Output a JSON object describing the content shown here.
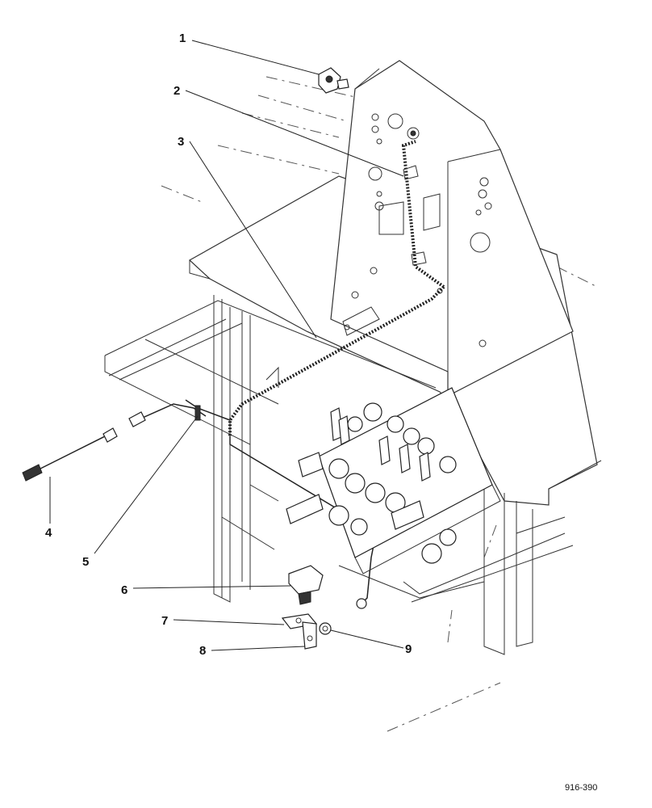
{
  "figure": {
    "code": "916-390"
  },
  "callouts": [
    {
      "id": "1",
      "label": "1"
    },
    {
      "id": "2",
      "label": "2"
    },
    {
      "id": "3",
      "label": "3"
    },
    {
      "id": "4",
      "label": "4"
    },
    {
      "id": "5",
      "label": "5"
    },
    {
      "id": "6",
      "label": "6"
    },
    {
      "id": "7",
      "label": "7"
    },
    {
      "id": "8",
      "label": "8"
    },
    {
      "id": "9",
      "label": "9"
    }
  ]
}
